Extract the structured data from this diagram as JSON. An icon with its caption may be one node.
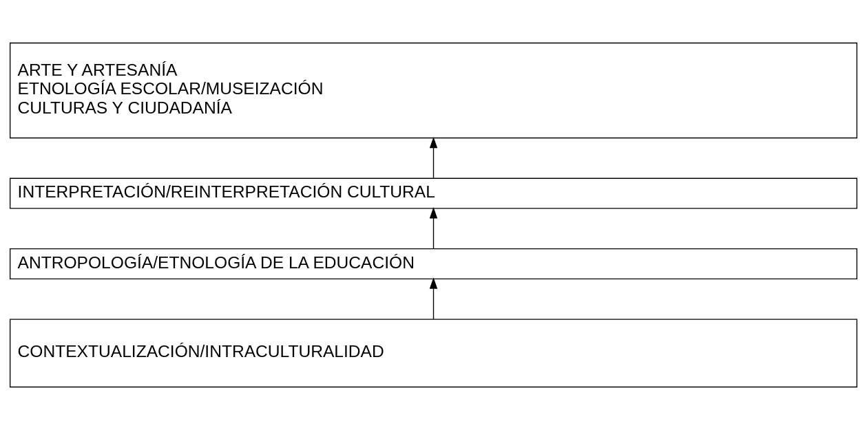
{
  "diagram": {
    "nodes": [
      {
        "text": [
          "ARTE Y ARTESANÍA",
          "ETNOLOGÍA ESCOLAR/MUSEIZACIÓN",
          "CULTURAS Y CIUDADANÍA"
        ]
      },
      {
        "text": [
          "INTERPRETACIÓN/REINTERPRETACIÓN CULTURAL"
        ]
      },
      {
        "text": [
          "ANTROPOLOGÍA/ETNOLOGÍA DE LA EDUCACIÓN"
        ]
      },
      {
        "text": [
          "CONTEXTUALIZACIÓN/INTRACULTURALIDAD"
        ]
      }
    ],
    "edges": [
      {
        "from": 3,
        "to": 2,
        "arrow": "to"
      },
      {
        "from": 2,
        "to": 1,
        "arrow": "to"
      },
      {
        "from": 1,
        "to": 0,
        "arrow": "to"
      }
    ]
  }
}
